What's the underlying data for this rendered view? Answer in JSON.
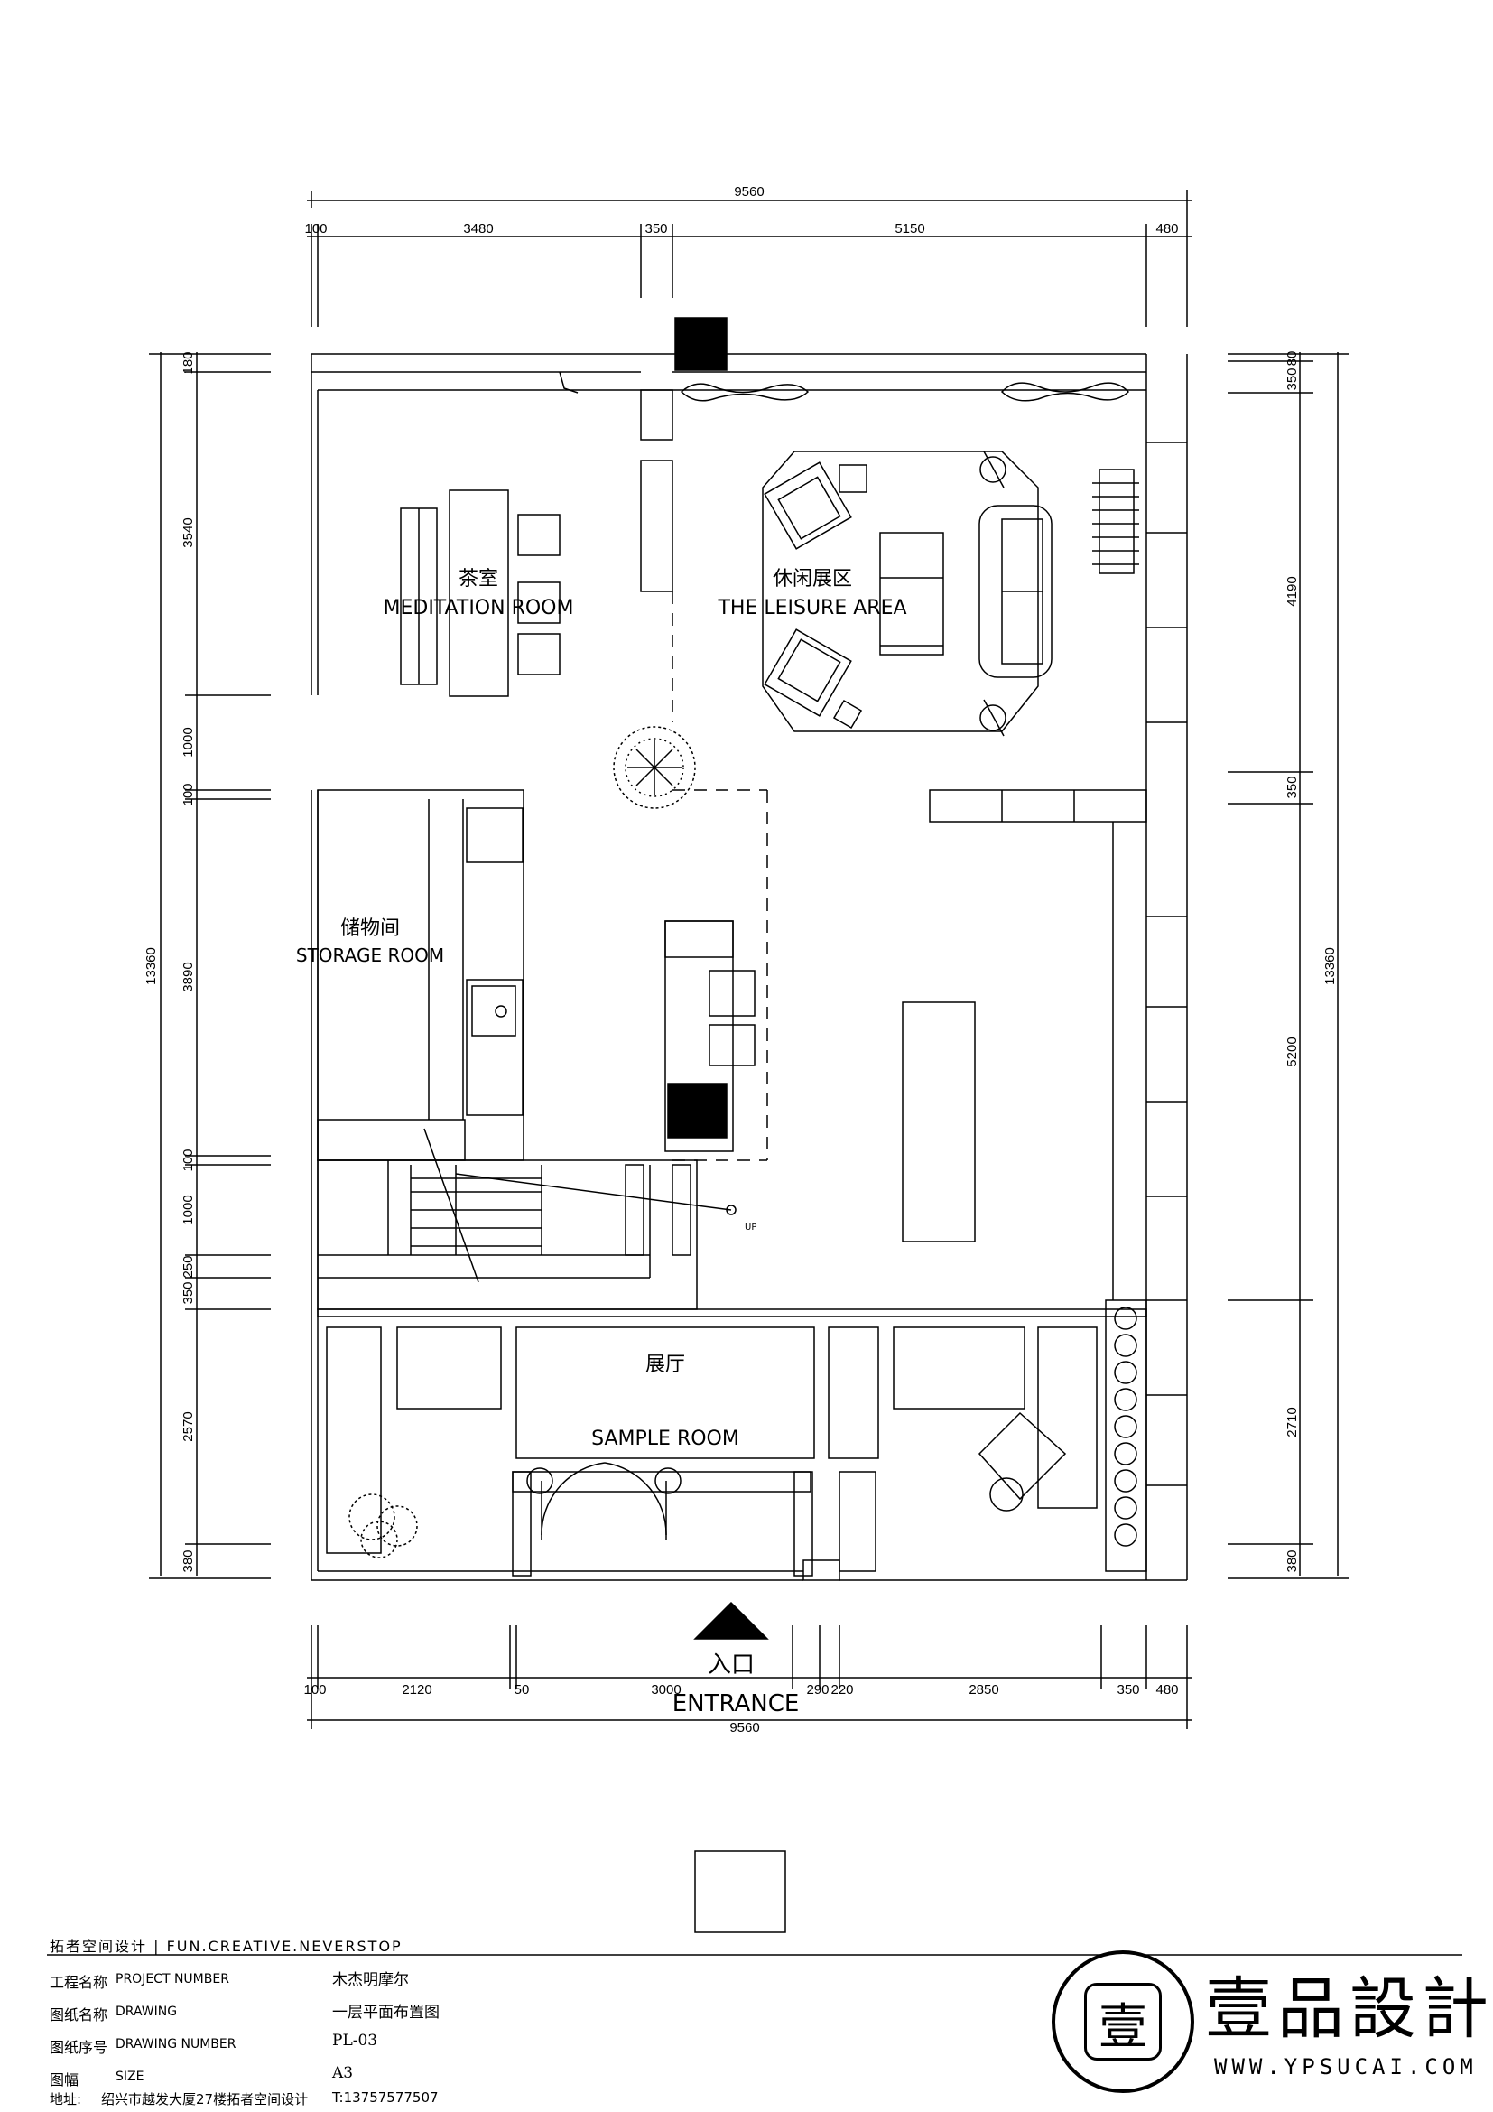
{
  "dimensions": {
    "top_total": "9560",
    "top_segments": [
      "100",
      "3480",
      "350",
      "5150",
      "480"
    ],
    "bottom_total": "9560",
    "bottom_segments": [
      "100",
      "2120",
      "50",
      "3000",
      "290",
      "220",
      "2850",
      "350",
      "480"
    ],
    "left_total": "13360",
    "left_segments": [
      "180",
      "3540",
      "1000",
      "100",
      "3890",
      "100",
      "1000",
      "250",
      "350",
      "2570",
      "380"
    ],
    "right_total": "13360",
    "right_segments": [
      "80",
      "350",
      "4190",
      "350",
      "5200",
      "2710",
      "380"
    ]
  },
  "rooms": {
    "meditation": {
      "cn": "茶室",
      "en": "MEDITATION ROOM"
    },
    "leisure": {
      "cn": "休闲展区",
      "en": "THE LEISURE AREA"
    },
    "storage": {
      "cn": "储物间",
      "en": "STORAGE ROOM"
    },
    "sample": {
      "cn": "展厅",
      "en": "SAMPLE ROOM"
    }
  },
  "stair_label": "UP",
  "entrance": {
    "cn": "入口",
    "en": "ENTRANCE"
  },
  "title_block": {
    "company": "拓者空间设计 | FUN.CREATIVE.NEVERSTOP",
    "rows": [
      {
        "cn": "工程名称",
        "en": "PROJECT NUMBER",
        "value": "木杰明摩尔"
      },
      {
        "cn": "图纸名称",
        "en": "DRAWING",
        "value": "一层平面布置图"
      },
      {
        "cn": "图纸序号",
        "en": "DRAWING NUMBER",
        "value": "PL-03"
      },
      {
        "cn": "图幅",
        "en": "SIZE",
        "value": "A3"
      }
    ],
    "address_label": "地址:",
    "address": "绍兴市越发大厦27楼拓者空间设计",
    "phone": "T:13757577507"
  },
  "watermark": {
    "logo_char": "壹",
    "name": "壹品設計",
    "url": "WWW.YPSUCAI.COM"
  }
}
